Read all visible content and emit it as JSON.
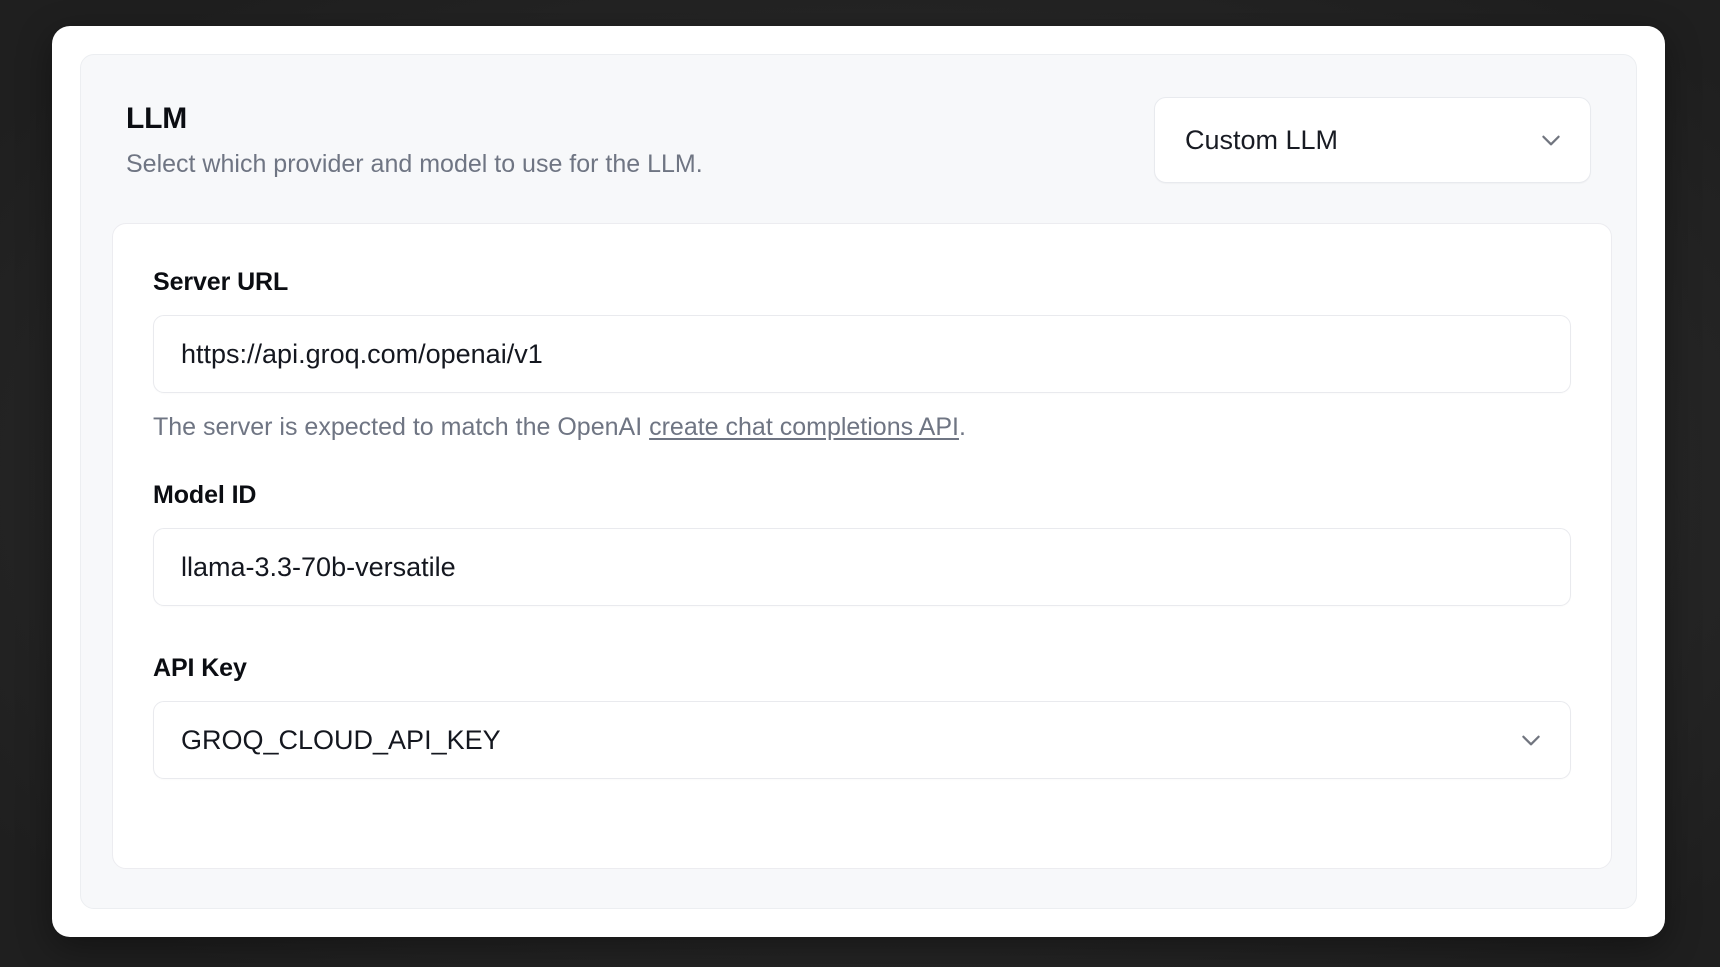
{
  "panel": {
    "title": "LLM",
    "subtitle": "Select which provider and model to use for the LLM.",
    "provider_select": {
      "value": "Custom LLM",
      "chevron_icon": "chevron-down-icon"
    }
  },
  "form": {
    "server_url": {
      "label": "Server URL",
      "value": "https://api.groq.com/openai/v1",
      "helper_prefix": "The server is expected to match the OpenAI ",
      "helper_link": "create chat completions API",
      "helper_suffix": "."
    },
    "model_id": {
      "label": "Model ID",
      "value": "llama-3.3-70b-versatile"
    },
    "api_key": {
      "label": "API Key",
      "value": "GROQ_CLOUD_API_KEY",
      "chevron_icon": "chevron-down-icon"
    }
  },
  "colors": {
    "page_background": "#252525",
    "card_background": "#ffffff",
    "panel_background": "#f7f8fa",
    "border": "#e9eaee",
    "text_primary": "#0b0d12",
    "text_muted": "#6f7583"
  }
}
